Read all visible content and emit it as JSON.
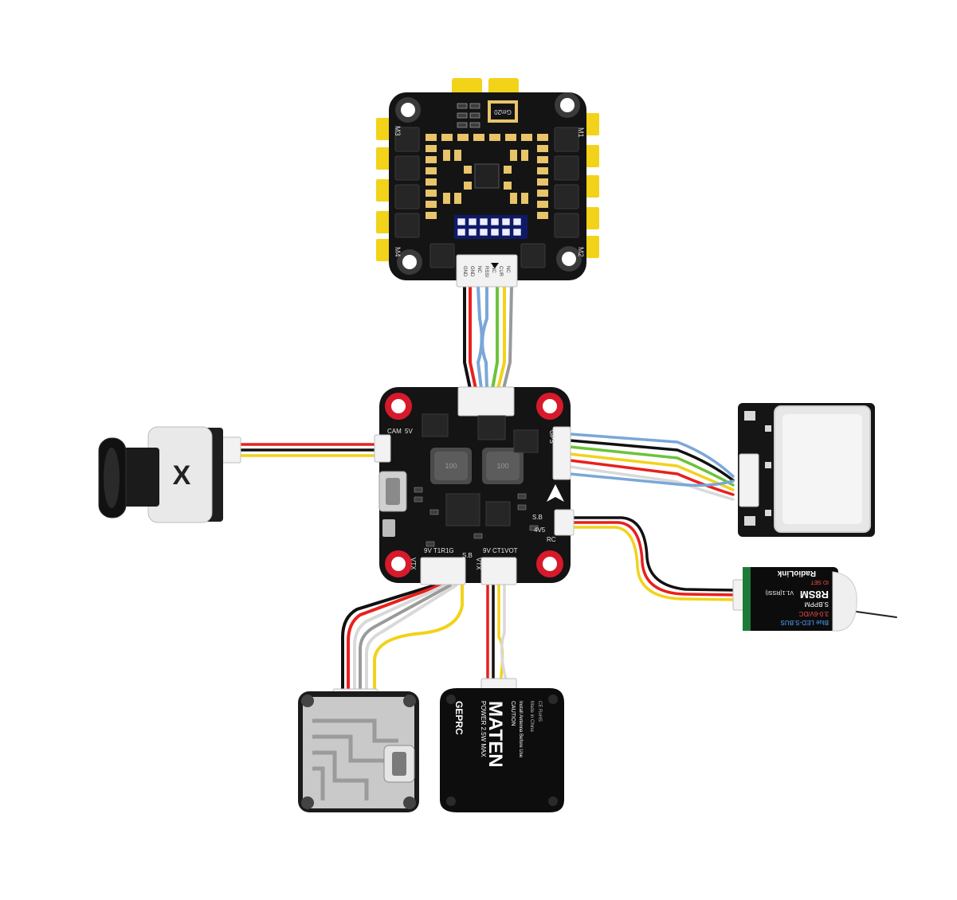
{
  "esc": {
    "motor_labels": [
      "M3",
      "M1",
      "M4",
      "M2"
    ],
    "plug_label": "Gm20",
    "pin_labels": [
      "GND",
      "GND",
      "NC",
      "RSSI",
      "CUR",
      "NC",
      "NC"
    ]
  },
  "fc": {
    "inductor_label": "100",
    "port_labels": {
      "cam": "CAM",
      "cam_5v": "5V",
      "gps": "GPS",
      "rc": "RC",
      "rc_4v5": "4V5",
      "rc_sb": "S.B",
      "vtx": "VTX",
      "vtx_pins": "9V T1R1G",
      "vtx_sb": "S.B",
      "vtx2": "VTX",
      "vtx2_pins": "9V CT1VOT"
    }
  },
  "receiver": {
    "brand": "RadioLink",
    "model": "R8SM",
    "line1": "Blue LED-S.BUS",
    "line2": "3.0-6V/DC",
    "line3": "S.BPPM",
    "line4": "V1.1(RSSI)",
    "button": "ID SET"
  },
  "vtx": {
    "brand": "GEPRC",
    "name": "MATEN",
    "power": "POWER 2.5W MAX",
    "caution": "CAUTION",
    "caution_note": "Install Antenna Before Use",
    "made_in": "Made in China",
    "certs": "CE  RoHS"
  },
  "camera": {
    "logo": "X"
  },
  "colors": {
    "wire_red": "#e8201d",
    "wire_black": "#111111",
    "wire_yellow": "#f2d21b",
    "wire_white": "#d9d9d9",
    "wire_blue": "#7aa7d8",
    "wire_green": "#6cc33a",
    "wire_gray": "#9a9a9a",
    "pcb": "#141414",
    "mount_red": "#d61a2c",
    "cap_gold": "#e8c46a"
  }
}
